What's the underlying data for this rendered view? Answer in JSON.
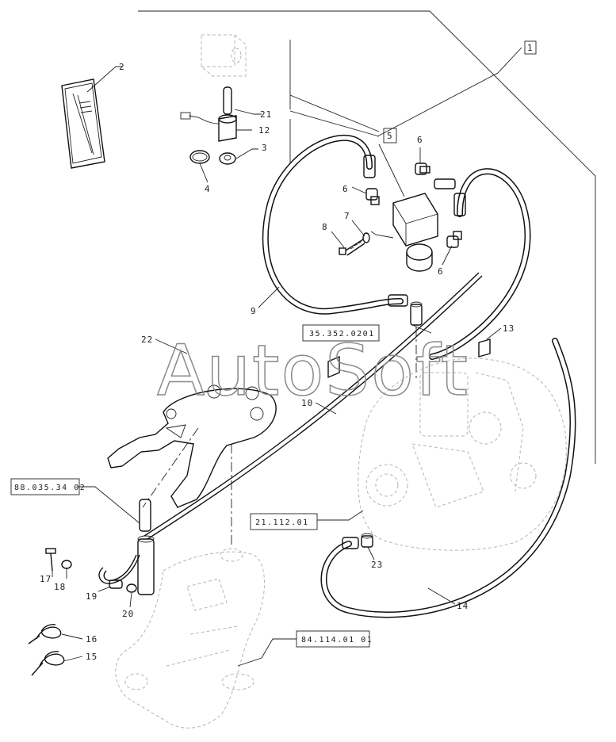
{
  "watermark": "AutoSoft",
  "references": {
    "ref_1": "1",
    "ref_5": "5",
    "ref_hose_valve": "35.352.0201",
    "ref_lift": "88.035.34 02",
    "ref_transmission": "21.112.01",
    "ref_frame": "84.114.01 01"
  },
  "part_numbers": {
    "p2": "2",
    "p21": "21",
    "p12": "12",
    "p3": "3",
    "p4": "4",
    "p6a": "6",
    "p6b": "6",
    "p6c": "6",
    "p7": "7",
    "p8": "8",
    "p9": "9",
    "p10": "10",
    "p13": "13",
    "p14": "14",
    "p15": "15",
    "p16": "16",
    "p17": "17",
    "p18": "18",
    "p19": "19",
    "p20": "20",
    "p22": "22",
    "p23": "23"
  }
}
